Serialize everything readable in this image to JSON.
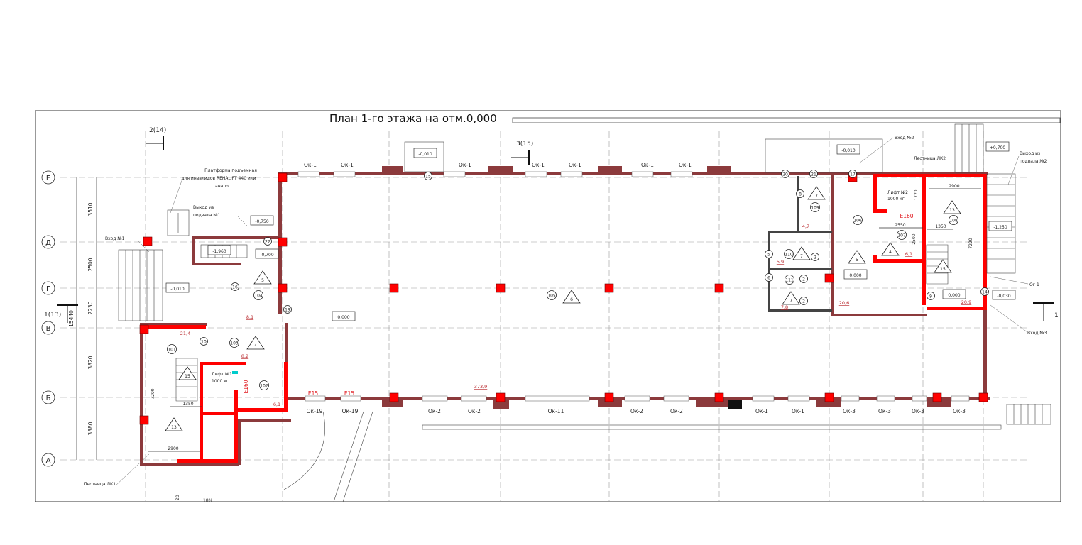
{
  "title": "План 1-го этажа на отм.0,000",
  "colors": {
    "fire_wall": "#ff0000",
    "wall": "#8c3a3c",
    "area_text": "#b8282c"
  },
  "axes": {
    "rows": [
      "Е",
      "Д",
      "Г",
      "В",
      "Б",
      "А"
    ],
    "row_dimensions": [
      "3510",
      "2500",
      "2230",
      "3820",
      "3380"
    ],
    "total_dimension": "15440"
  },
  "section_marks": [
    "2(14)",
    "3(15)",
    "1(13)",
    "1"
  ],
  "windows_top": [
    "Ок-1",
    "Ок-1",
    "Ок-1",
    "Ок-1",
    "Ок-1",
    "Ок-1",
    "Ок-1"
  ],
  "windows_bottom": [
    "Ок-19",
    "Ок-19",
    "Ок-2",
    "Ок-2",
    "Ок-11",
    "Ок-2",
    "Ок-2",
    "Ок-1",
    "Ок-1",
    "Ок-3",
    "Ок-3",
    "Ок-3",
    "Ок-3"
  ],
  "annotations": {
    "platform": [
      "Платформа подъемная",
      "для инвалидов REHALIFT 440 или",
      "аналог"
    ],
    "basement_exit_1": [
      "Выход из",
      "подвала №1"
    ],
    "entrance_1": "Вход №1",
    "entrance_2": "Вход №2",
    "stair_lk2": "Лестница ЛК2",
    "basement_exit_2": [
      "Выход из",
      "подвала №2"
    ],
    "og1": "Ог-1",
    "entrance_3": "Вход №3",
    "stair_lk1": "Лестница ЛК1",
    "lift_1": [
      "Лифт №1",
      "1000 кг"
    ],
    "lift_2": [
      "Лифт №2",
      "1000 кг"
    ]
  },
  "room_numbers": [
    "101",
    "103",
    "102",
    "104",
    "105",
    "106",
    "107",
    "108",
    "109",
    "110",
    "111"
  ],
  "door_numbers": [
    "22",
    "16",
    "19",
    "10",
    "15",
    "20",
    "21",
    "17",
    "8",
    "5",
    "6",
    "2",
    "2",
    "2",
    "9",
    "14"
  ],
  "category_marks": [
    "5",
    "6",
    "4",
    "15",
    "13",
    "7",
    "7",
    "7",
    "5",
    "4",
    "13",
    "15"
  ],
  "levels": [
    "-0,010",
    "-0,010",
    "+0,700",
    "-0,750",
    "-1,960",
    "-0,700",
    "-0,010",
    "0,000",
    "0,000",
    "0,000",
    "-1,250",
    "-0,030"
  ],
  "areas": [
    "21,4",
    "8,1",
    "8,2",
    "6,1",
    "373,9",
    "4,7",
    "5,9",
    "7,8",
    "20,6",
    "6,1",
    "20,9"
  ],
  "fire_ratings": [
    "E15",
    "E15",
    "E160",
    "E160"
  ],
  "dimensions": [
    "2900",
    "2550",
    "1350",
    "1720",
    "2500",
    "7220",
    "7200",
    "1350",
    "2900"
  ],
  "bottom_fragments": [
    "20",
    "18%"
  ]
}
